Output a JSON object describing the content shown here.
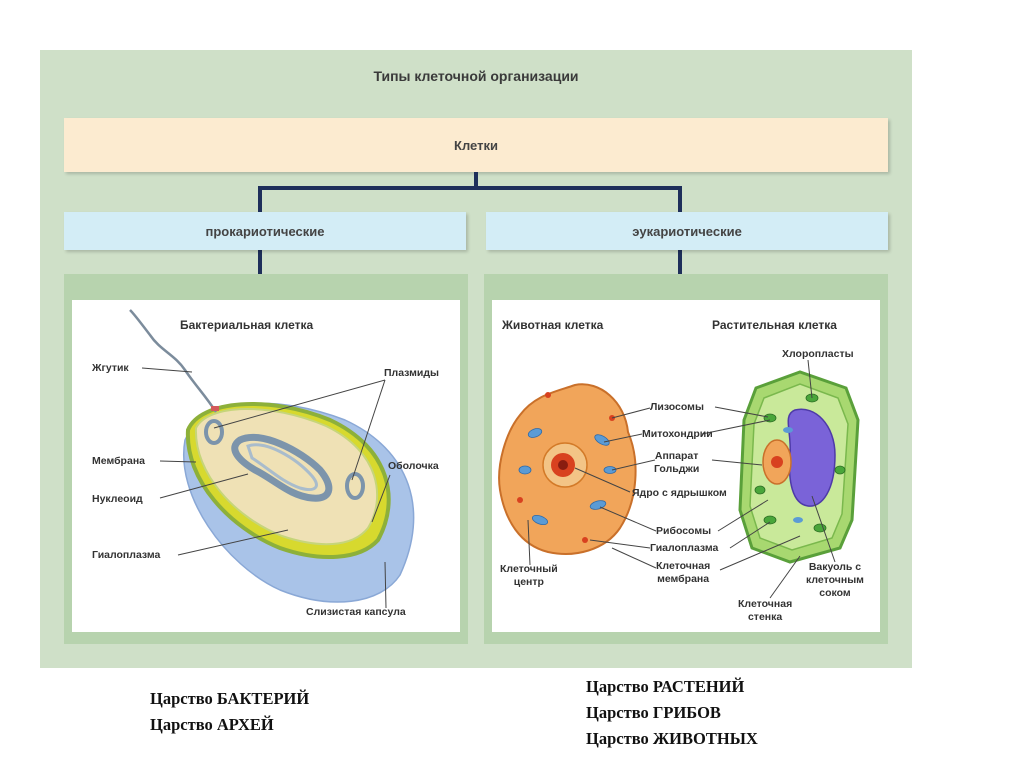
{
  "diagram": {
    "title": "Типы клеточной организации",
    "root": "Клетки",
    "branches": {
      "prokaryotic": "прокариотические",
      "eukaryotic": "эукариотические"
    },
    "bacterial_panel": {
      "title": "Бактериальная клетка",
      "labels": {
        "flagellum": "Жгутик",
        "membrane": "Мембрана",
        "nucleoid": "Нуклеоид",
        "hyaloplasm": "Гиалоплазма",
        "plasmids": "Плазмиды",
        "envelope": "Оболочка",
        "capsule": "Слизистая капсула"
      }
    },
    "eukaryotic_panel": {
      "animal_title": "Животная клетка",
      "plant_title": "Растительная клетка",
      "labels": {
        "lysosomes": "Лизосомы",
        "mitochondria": "Митохондрии",
        "golgi_1": "Аппарат",
        "golgi_2": "Гольджи",
        "nucleus": "Ядро с ядрышком",
        "ribosomes": "Рибосомы",
        "hyaloplasm": "Гиалоплазма",
        "cell_membrane_1": "Клеточная",
        "cell_membrane_2": "мембрана",
        "cell_center_1": "Клеточный",
        "cell_center_2": "центр",
        "chloroplasts": "Хлоропласты",
        "vacuole_1": "Вакуоль с",
        "vacuole_2": "клеточным",
        "vacuole_3": "соком",
        "cell_wall_1": "Клеточная",
        "cell_wall_2": "стенка"
      }
    }
  },
  "kingdoms": {
    "prokaryotes": [
      "Царство БАКТЕРИЙ",
      "Царство АРХЕЙ"
    ],
    "eukaryotes": [
      "Царство РАСТЕНИЙ",
      "Царство ГРИБОВ",
      "Царство ЖИВОТНЫХ"
    ]
  },
  "colors": {
    "frame": "#cfe0c8",
    "root_box": "#fcebd0",
    "branch_box": "#d3edf6",
    "connector": "#1e2f5a",
    "animal_cell": "#f1a55a",
    "plant_cell": "#a8d870",
    "vacuole": "#7a63d8"
  }
}
